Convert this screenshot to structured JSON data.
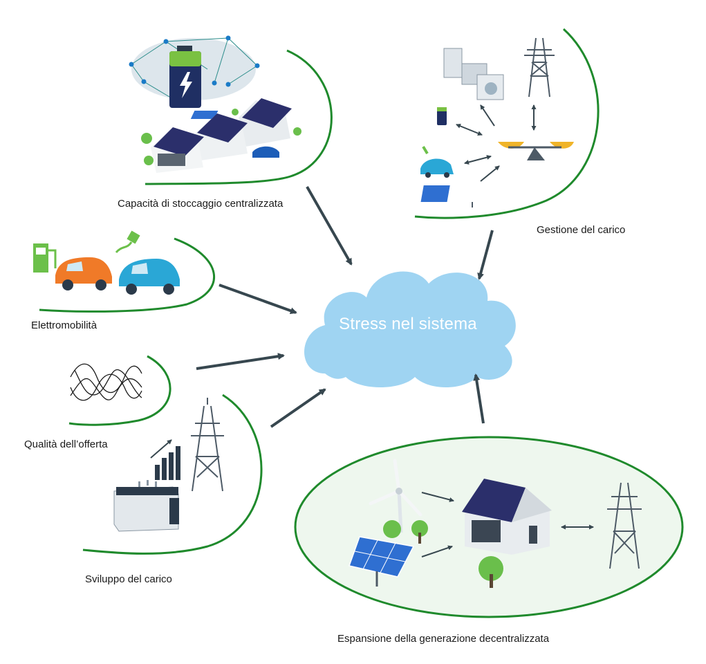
{
  "center": {
    "label": "Stress nel sistema"
  },
  "nodes": {
    "storage": {
      "label": "Capacità di stoccaggio centralizzata"
    },
    "load_management": {
      "label": "Gestione del carico"
    },
    "emobility": {
      "label": "Elettromobilità"
    },
    "supply_quality": {
      "label": "Qualità dell’offerta"
    },
    "load_development": {
      "label": "Sviluppo del carico"
    },
    "decentral_generation": {
      "label": "Espansione della generazione decentralizzata"
    }
  },
  "colors": {
    "arc_green": "#1f8a2c",
    "arrow": "#37474f",
    "cloud": "#9fd4f2",
    "house_roof": "#2b2f6b",
    "solar_blue": "#2f6fd1",
    "car_orange": "#f07a28",
    "car_blue": "#2aa7d6",
    "tree": "#6abf4b",
    "pump": "#6cc04a"
  }
}
